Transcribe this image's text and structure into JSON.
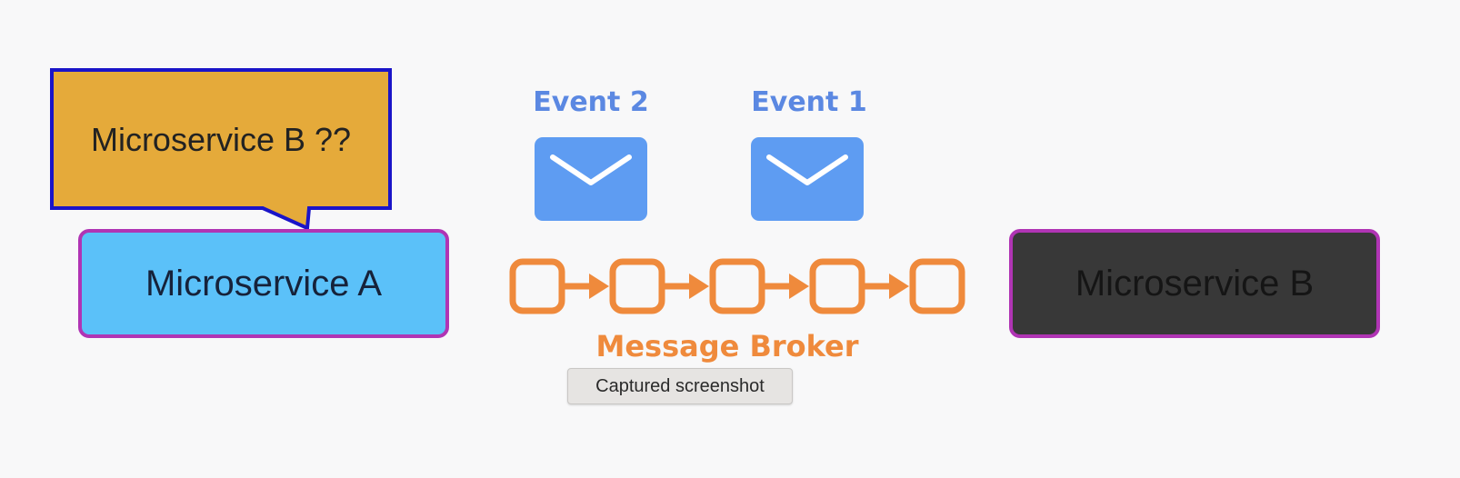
{
  "callout": {
    "text": "Microservice B ??"
  },
  "microservice_a": {
    "label": "Microservice A"
  },
  "microservice_b": {
    "label": "Microservice B"
  },
  "events": [
    {
      "label": "Event 2"
    },
    {
      "label": "Event 1"
    }
  ],
  "message_broker": {
    "label": "Message Broker",
    "queue_slots": 5
  },
  "tooltip": {
    "text": "Captured screenshot"
  },
  "colors": {
    "microservice_a_fill": "#5bc1f9",
    "microservice_b_fill": "#383838",
    "microservice_border": "#b034b4",
    "callout_fill": "#e5aa3a",
    "callout_border": "#1a14c8",
    "event_color": "#5b88e2",
    "envelope_fill": "#5e9cf2",
    "broker_color": "#ef8a3c"
  }
}
